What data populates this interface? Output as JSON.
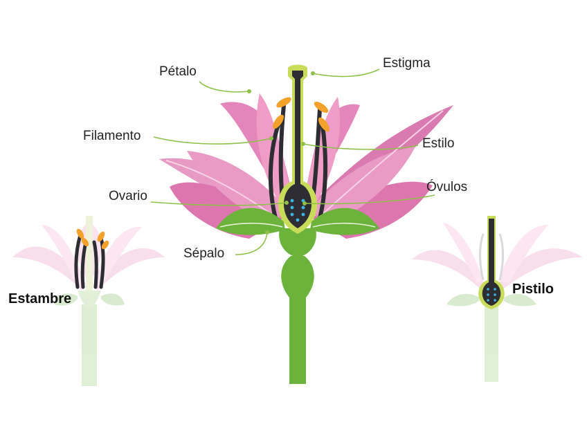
{
  "labels": {
    "petalo": "Pétalo",
    "estigma": "Estigma",
    "filamento": "Filamento",
    "estilo": "Estilo",
    "ovario": "Ovario",
    "ovulos": "Óvulos",
    "sepalo": "Sépalo",
    "estambre": "Estambre",
    "pistilo": "Pistilo"
  },
  "colors": {
    "petal": "#e07fb6",
    "petal_light": "#f1bcd9",
    "stem": "#6bb33b",
    "pistil": "#2d2d33",
    "pistil_outline": "#c8dc5a",
    "anther": "#f3a12b",
    "ovule": "#38b6e0",
    "leader": "#8fc04a"
  }
}
